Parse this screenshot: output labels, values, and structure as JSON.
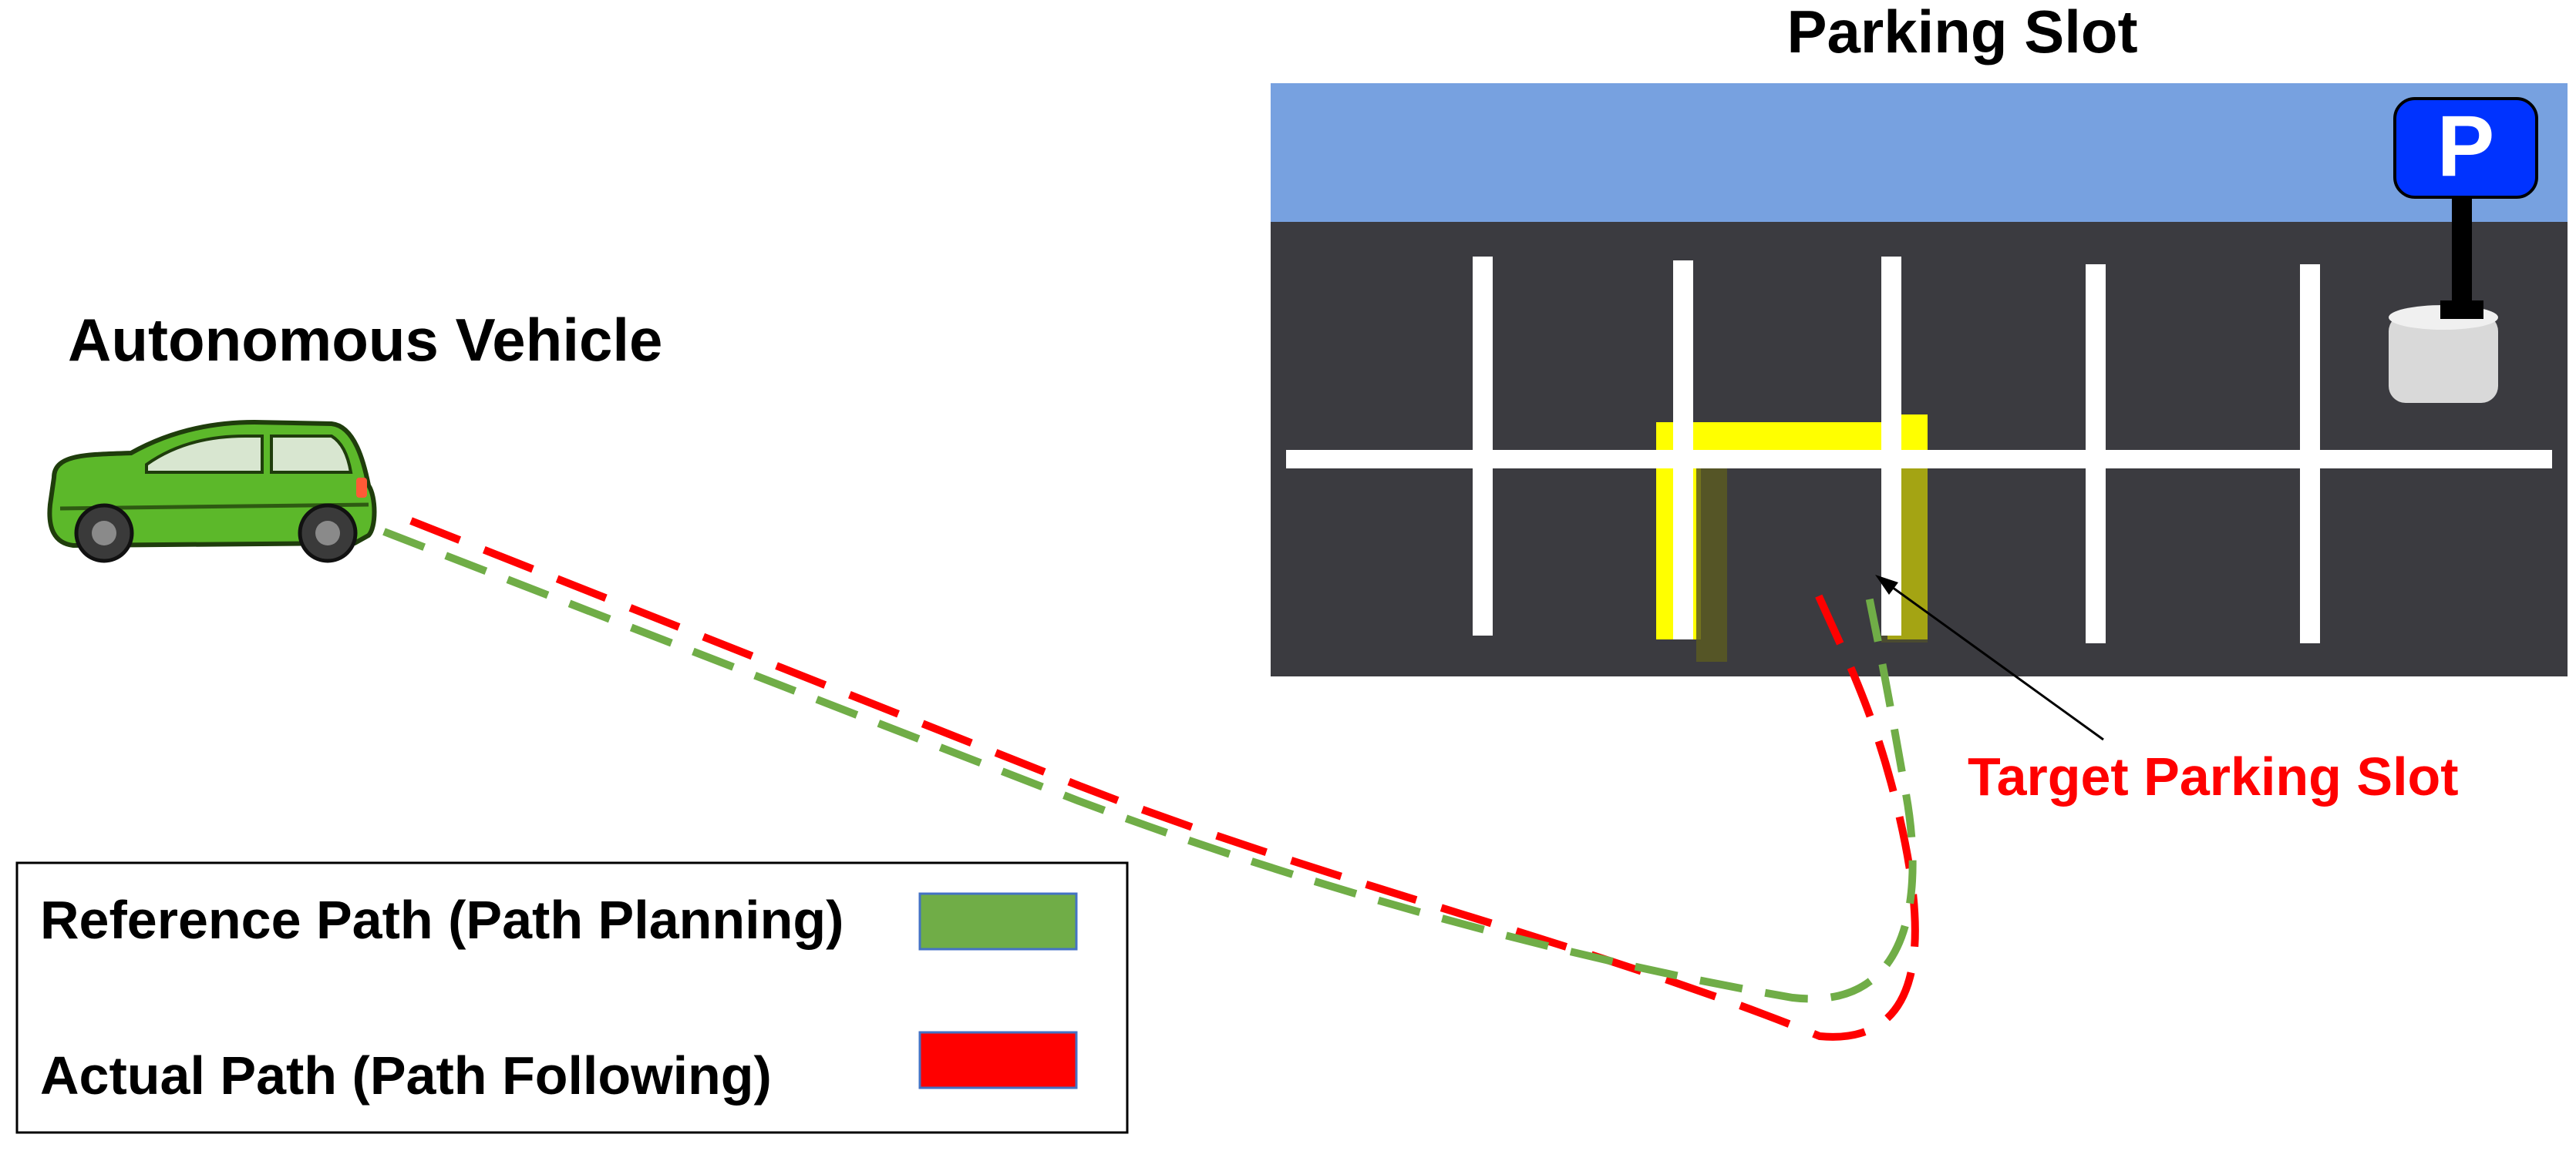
{
  "labels": {
    "parking_slot": "Parking Slot",
    "autonomous_vehicle": "Autonomous Vehicle",
    "target_parking_slot": "Target Parking Slot",
    "sign_letter": "P"
  },
  "legend": {
    "items": [
      {
        "label": "Reference Path (Path Planning)",
        "color": "#70ad47"
      },
      {
        "label": "Actual Path (Path Following)",
        "color": "#ff0000"
      }
    ]
  },
  "colors": {
    "sky": "#77a1e0",
    "asphalt": "#3b3b40",
    "lane_line": "#ffffff",
    "target_highlight": "#ffff00",
    "reference_path": "#70ad47",
    "actual_path": "#ff0000",
    "target_label": "#ff0000",
    "sign_blue": "#0033ff",
    "car_body": "#5cb82a"
  },
  "icons": {
    "vehicle": "car-icon",
    "sign": "parking-sign-icon"
  }
}
